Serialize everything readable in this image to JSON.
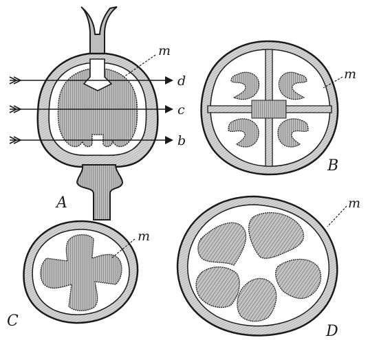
{
  "figure": {
    "panel_labels": {
      "A": "A",
      "B": "B",
      "C": "C",
      "D": "D"
    },
    "section_markers": {
      "b": "b",
      "c": "c",
      "d": "d"
    },
    "pointer_labels": {
      "A": "m",
      "B": "m",
      "C": "m",
      "D": "m"
    }
  },
  "colors": {
    "ink": "#1a1a1a",
    "tissue": "#9a9a9a",
    "wall": "#c8c8c8",
    "background": "#ffffff"
  }
}
